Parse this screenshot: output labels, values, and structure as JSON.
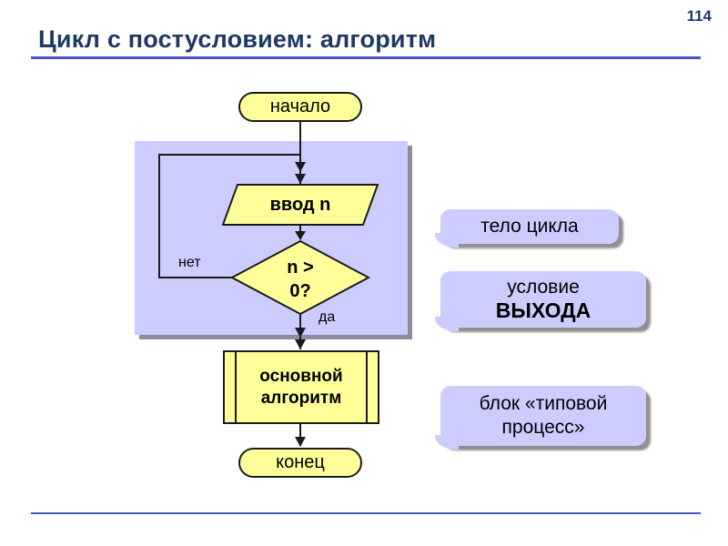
{
  "slide": {
    "page_number": "114",
    "title": "Цикл с постусловием: алгоритм"
  },
  "flowchart": {
    "start_label": "начало",
    "input_label": "ввод n",
    "condition": {
      "line1": "n >",
      "line2": "0?"
    },
    "branch_no": "нет",
    "branch_yes": "да",
    "process": {
      "line1": "основной",
      "line2": "алгоритм"
    },
    "end_label": "конец"
  },
  "callouts": {
    "loop_body": "тело цикла",
    "exit_condition": {
      "line1": "условие",
      "line2": "ВЫХОДА"
    },
    "typical_process": {
      "line1": "блок «типовой",
      "line2": "процесс»"
    }
  },
  "colors": {
    "title_text": "#1f3864",
    "accent_rule": "#4753c7",
    "shape_fill": "#ffff99",
    "shape_border": "#1a1a1a",
    "region_fill": "#ccccff",
    "callout_fill": "#ccccff",
    "shadow": "#8c8c9c"
  }
}
